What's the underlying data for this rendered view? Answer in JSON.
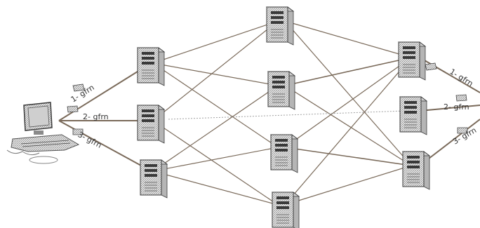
{
  "diagram": {
    "left_labels": [
      "1- gfrn",
      "2- gfrn",
      "3- gfrn"
    ],
    "right_labels": [
      "1- gfrn",
      "2- gfrn",
      "3- gfrn"
    ],
    "colors": {
      "line": "#7a6a5a",
      "dotted": "#a0a0a0",
      "server_body": "#e6e6e6",
      "server_shade": "#b5b5b5",
      "server_dark": "#3a3a3a",
      "ink": "#333333"
    }
  }
}
